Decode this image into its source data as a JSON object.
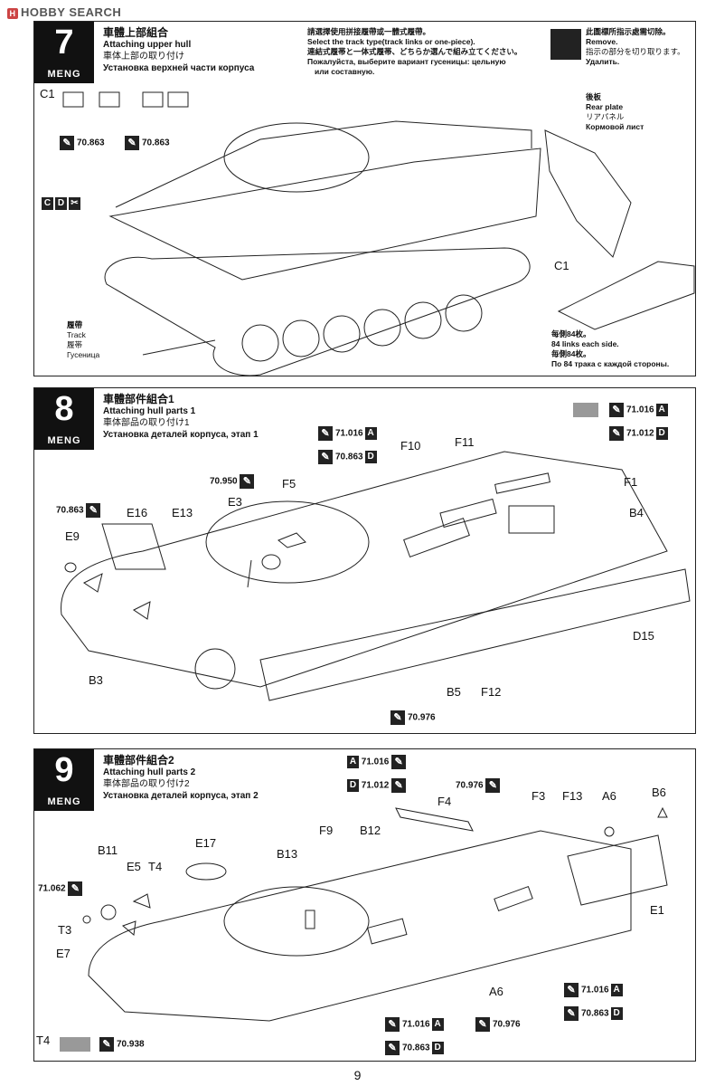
{
  "header": {
    "site": "HOBBY SEARCH"
  },
  "brand": "MENG",
  "steps": [
    {
      "number": "7",
      "title_zh": "車體上部組合",
      "title_en": "Attaching upper hull",
      "title_ja": "車体上部の取り付け",
      "title_ru": "Установка верхней части корпуса",
      "note": [
        "請選擇使用拼接履帶或一體式履帶。",
        "Select the track type(track links or one-piece).",
        "連結式履帯と一体式履帯、どちらか選んで組み立てください。",
        "Пожалуйста, выберите вариант гусеницы: цельную",
        "или составную."
      ],
      "remove": [
        "此圖標所指示處需切除。",
        "Remove.",
        "指示の部分を切り取ります。",
        "Удалить."
      ],
      "rear_plate": [
        "後板",
        "Rear plate",
        "リアパネル",
        "Кормовой лист"
      ],
      "track": [
        "履帶",
        "Track",
        "履帯",
        "Гусеница"
      ],
      "links": [
        "每側84枚。",
        "84 links each side.",
        "毎側84枚。",
        "По 84 трака с каждой стороны."
      ],
      "labels": {
        "c1_left": "C1",
        "c1_right": "C1",
        "cd_c": "C",
        "cd_d": "D"
      },
      "paints": [
        "70.863",
        "70.863"
      ]
    },
    {
      "number": "8",
      "title_zh": "車體部件組合1",
      "title_en": "Attaching hull parts 1",
      "title_ja": "車体部品の取り付け1",
      "title_ru": "Установка деталей корпуса, этап 1",
      "paints": {
        "p1": "71.016",
        "p1_tag": "A",
        "p2": "70.863",
        "p2_tag": "D",
        "p3": "71.016",
        "p3_tag": "A",
        "p4": "71.012",
        "p4_tag": "D",
        "p5": "70.950",
        "p6": "70.863",
        "p7": "70.976"
      },
      "labels": {
        "f10": "F10",
        "f11": "F11",
        "f1": "F1",
        "b4": "B4",
        "e16": "E16",
        "e13": "E13",
        "e3": "E3",
        "f5": "F5",
        "e9": "E9",
        "b3": "B3",
        "d15": "D15",
        "b5": "B5",
        "f12": "F12"
      }
    },
    {
      "number": "9",
      "title_zh": "車體部件組合2",
      "title_en": "Attaching hull parts 2",
      "title_ja": "車体部品の取り付け2",
      "title_ru": "Установка деталей корпуса, этап 2",
      "paints": {
        "p1": "71.016",
        "p1_tag": "A",
        "p2": "71.012",
        "p2_tag": "D",
        "p3": "70.976",
        "p4": "71.062",
        "p5": "71.016",
        "p5_tag": "A",
        "p6": "70.863",
        "p6_tag": "D",
        "p7": "71.016",
        "p7_tag": "A",
        "p8": "70.863",
        "p8_tag": "D",
        "p9": "70.976",
        "p10": "70.938"
      },
      "labels": {
        "f4": "F4",
        "f3": "F3",
        "f13": "F13",
        "a6a": "A6",
        "b6": "B6",
        "f9": "F9",
        "b12": "B12",
        "b13": "B13",
        "e17": "E17",
        "b11": "B11",
        "e5": "E5",
        "t4": "T4",
        "t3": "T3",
        "e7": "E7",
        "e1": "E1",
        "a6b": "A6",
        "t4b": "T4"
      }
    }
  ],
  "page_number": "9",
  "colors": {
    "ink": "#111111",
    "paint_swatch": "#999999"
  },
  "icons": [
    "brush-icon",
    "cut-remove-icon",
    "hobby-search-logo-icon"
  ]
}
